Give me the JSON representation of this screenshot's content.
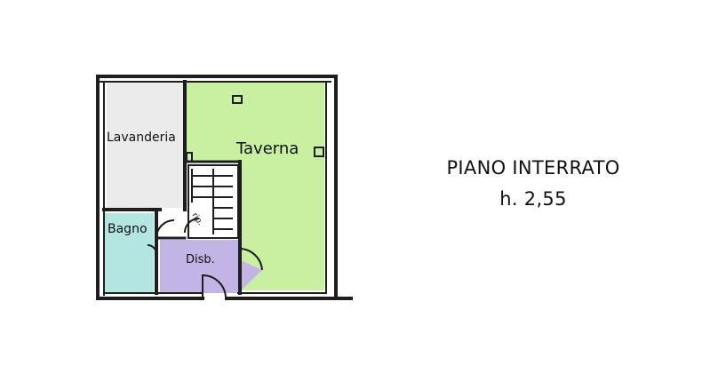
{
  "plan": {
    "rooms": {
      "lavanderia": {
        "label": "Lavanderia",
        "color": "#ebebeb"
      },
      "taverna": {
        "label": "Taverna",
        "color": "#c8f0a0"
      },
      "bagno": {
        "label": "Bagno",
        "color": "#b4e6e1"
      },
      "disimpegno": {
        "label": "Disb.",
        "color": "#c3b4e6"
      },
      "ripostiglio": {
        "label": "rip."
      }
    },
    "wall_color": "#1e1e1e"
  },
  "caption": {
    "title": "PIANO INTERRATO",
    "height": "h. 2,55"
  }
}
